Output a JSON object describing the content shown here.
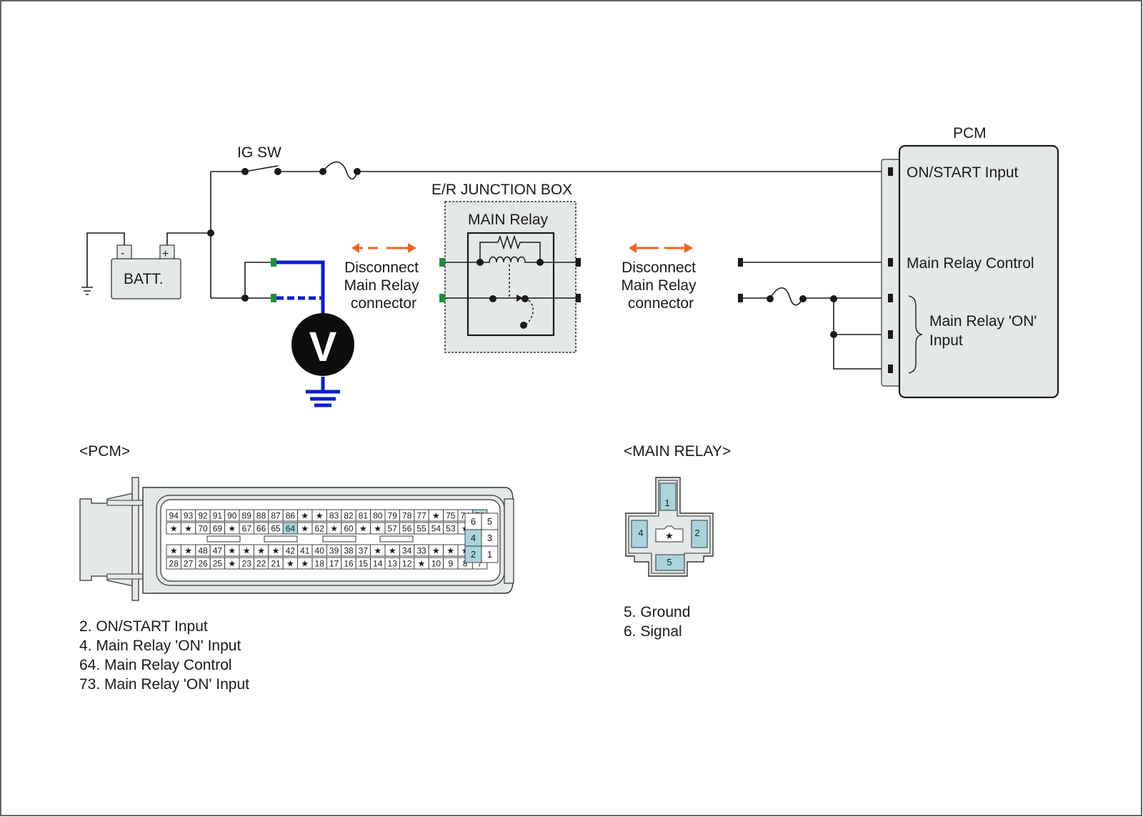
{
  "labels": {
    "ig_sw": "IG SW",
    "batt": "BATT.",
    "batt_minus": "-",
    "batt_plus": "+",
    "voltmeter": "V",
    "junction_box": "E/R JUNCTION BOX",
    "main_relay": "MAIN Relay",
    "pcm": "PCM",
    "disconnect_left": [
      "Disconnect",
      "Main Relay",
      "connector"
    ],
    "disconnect_right": [
      "Disconnect",
      "Main Relay",
      "connector"
    ],
    "pcm_on_start": "ON/START Input",
    "pcm_main_relay_control": "Main Relay Control",
    "pcm_main_relay_on": [
      "Main Relay 'ON'",
      "Input"
    ]
  },
  "pcm_connector": {
    "title": "<PCM>",
    "rows": [
      [
        "94",
        "93",
        "92",
        "91",
        "90",
        "89",
        "88",
        "87",
        "86",
        "★",
        "★",
        "83",
        "82",
        "81",
        "80",
        "79",
        "78",
        "77",
        "★",
        "75",
        "74",
        "73"
      ],
      [
        "★",
        "★",
        "70",
        "69",
        "★",
        "67",
        "66",
        "65",
        "64",
        "★",
        "62",
        "★",
        "60",
        "★",
        "★",
        "57",
        "56",
        "55",
        "54",
        "53",
        "★",
        "★"
      ],
      [
        "★",
        "★",
        "48",
        "47",
        "★",
        "★",
        "★",
        "★",
        "42",
        "41",
        "40",
        "39",
        "38",
        "37",
        "★",
        "★",
        "34",
        "33",
        "★",
        "★",
        "★",
        "29"
      ],
      [
        "28",
        "27",
        "26",
        "25",
        "★",
        "23",
        "22",
        "21",
        "★",
        "★",
        "18",
        "17",
        "16",
        "15",
        "14",
        "13",
        "12",
        "★",
        "10",
        "9",
        "8",
        "7"
      ]
    ],
    "side_block": [
      [
        "6",
        "5"
      ],
      [
        "4",
        "3"
      ],
      [
        "2",
        "1"
      ]
    ],
    "highlighted": [
      "73",
      "64",
      "4",
      "2"
    ],
    "legend": [
      "2. ON/START Input",
      "4. Main Relay 'ON' Input",
      "64. Main Relay Control",
      "73. Main Relay 'ON' Input"
    ]
  },
  "relay_connector": {
    "title": "<MAIN RELAY>",
    "pins": [
      "1",
      "2",
      "4",
      "5",
      "★"
    ],
    "legend": [
      "5. Ground",
      "6. Signal"
    ]
  },
  "colors": {
    "wire": "#1a1a1a",
    "probe": "#0a1ed2",
    "arrow": "#f26522",
    "terminal_green": "#1f8f3a",
    "box_fill": "#e5e8e8",
    "pin_highlight": "#a9d4dc"
  }
}
